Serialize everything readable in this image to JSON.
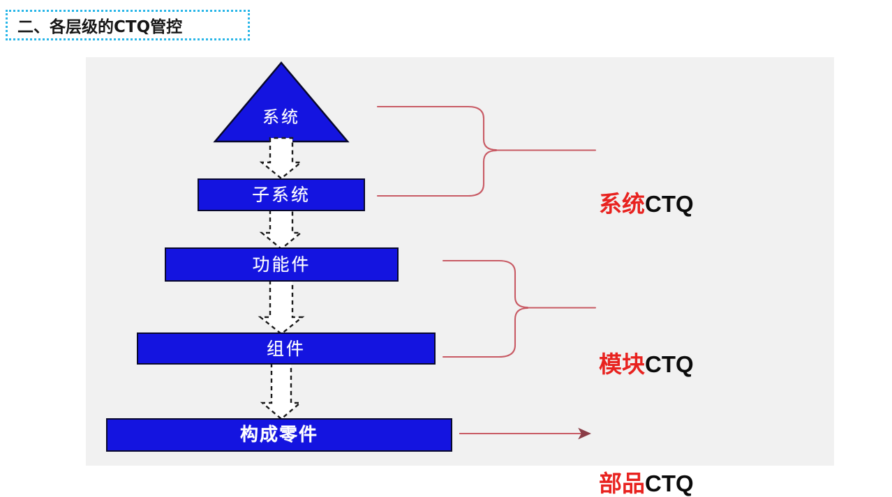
{
  "section": {
    "title": "二、各层级的CTQ管控",
    "title_border_color": "#29b6e8"
  },
  "colors": {
    "box_fill": "#1414E0",
    "box_stroke": "#08082C",
    "panel_bg": "#F1F1F1",
    "connector_red": "#E06A72",
    "label_red": "#E8221F",
    "label_black": "#0B0B0B",
    "arrow_outline": "#1A1A1A",
    "arrow_fill": "#FFFFFF"
  },
  "diagram": {
    "type": "hierarchy-pyramid",
    "levels": [
      {
        "id": "system",
        "label": "系统",
        "shape": "triangle",
        "order": 1
      },
      {
        "id": "subsystem",
        "label": "子系统",
        "shape": "rect",
        "order": 2
      },
      {
        "id": "function",
        "label": "功能件",
        "shape": "rect",
        "order": 3
      },
      {
        "id": "component",
        "label": "组件",
        "shape": "rect",
        "order": 4
      },
      {
        "id": "part",
        "label": "构成零件",
        "shape": "rect",
        "order": 5
      }
    ],
    "connectors": [
      {
        "id": "arrow-system-subsystem",
        "type": "dashed-block-arrow",
        "from": "system",
        "to": "subsystem"
      },
      {
        "id": "arrow-subsystem-function",
        "type": "dashed-block-arrow",
        "from": "subsystem",
        "to": "function"
      },
      {
        "id": "arrow-function-component",
        "type": "dashed-block-arrow",
        "from": "function",
        "to": "component"
      },
      {
        "id": "arrow-component-part",
        "type": "dashed-block-arrow",
        "from": "component",
        "to": "part"
      }
    ],
    "groupings": [
      {
        "id": "group-system",
        "bracket": "curly",
        "covers": [
          "system",
          "subsystem"
        ],
        "label_cn": "系统",
        "label_en": "CTQ"
      },
      {
        "id": "group-module",
        "bracket": "curly",
        "covers": [
          "function",
          "component"
        ],
        "label_cn": "模块",
        "label_en": "CTQ"
      },
      {
        "id": "group-part",
        "bracket": "arrow",
        "covers": [
          "part"
        ],
        "label_cn": "部品",
        "label_en": "CTQ"
      }
    ]
  },
  "ctq_labels": {
    "system": {
      "cn": "系统",
      "en": "CTQ"
    },
    "module": {
      "cn": "模块",
      "en": "CTQ"
    },
    "part": {
      "cn": "部品",
      "en": "CTQ"
    }
  }
}
